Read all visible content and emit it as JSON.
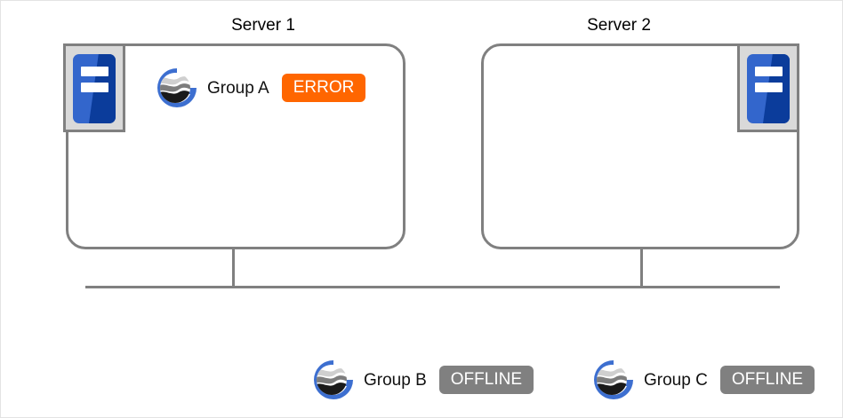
{
  "diagram": {
    "title_bar_color": "#808080",
    "servers": [
      {
        "name": "Server 1",
        "icon": "server-device-icon",
        "icon_position": "top-left",
        "groups": [
          {
            "icon": "group-globe-icon",
            "label": "Group A",
            "status": "ERROR",
            "status_color": "#ff6600"
          }
        ]
      },
      {
        "name": "Server 2",
        "icon": "server-device-icon",
        "icon_position": "top-right",
        "groups": []
      }
    ],
    "unassigned_groups": [
      {
        "icon": "group-globe-icon",
        "label": "Group B",
        "status": "OFFLINE",
        "status_color": "#808080"
      },
      {
        "icon": "group-globe-icon",
        "label": "Group C",
        "status": "OFFLINE",
        "status_color": "#808080"
      }
    ]
  }
}
